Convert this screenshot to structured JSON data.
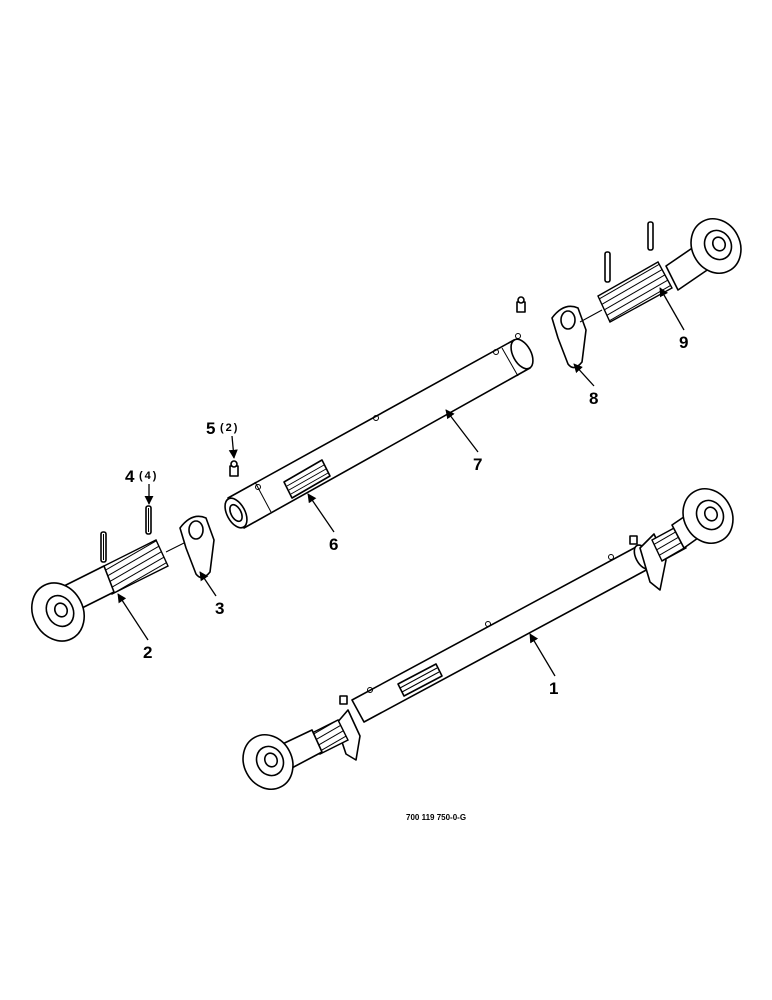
{
  "callouts": {
    "c1": "1",
    "c2": "2",
    "c3": "3",
    "c4": "4",
    "c4_qty": "(4)",
    "c5": "5",
    "c5_qty": "(2)",
    "c6": "6",
    "c7": "7",
    "c8": "8",
    "c9": "9"
  },
  "drawing_code": "700 119 750-0-G"
}
